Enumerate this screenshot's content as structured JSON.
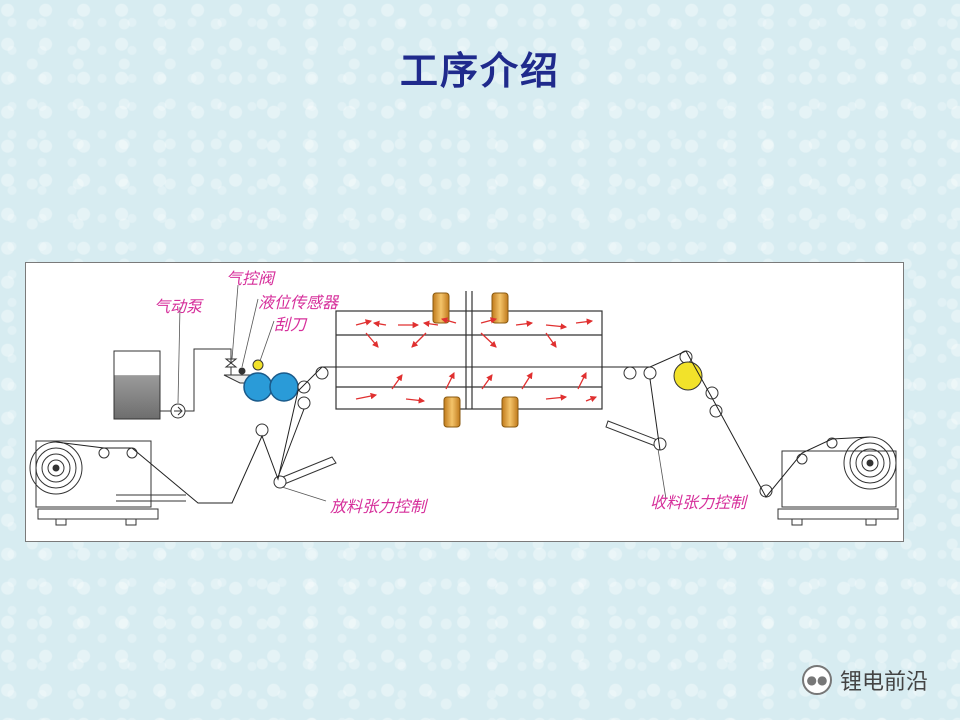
{
  "title": "工序介绍",
  "labels": {
    "pump": "气动泵",
    "valve": "气控阀",
    "level_sensor": "液位传感器",
    "blade": "刮刀",
    "unwind_tension": "放料张力控制",
    "rewind_tension": "收料张力控制"
  },
  "watermark": "锂电前沿",
  "colors": {
    "title": "#1f2a8c",
    "label": "#d62f9b",
    "arrow": "#e03030",
    "roller_blue": "#2a9bd8",
    "roller_yellow": "#f2e22a",
    "heater": "#e8a63c"
  }
}
